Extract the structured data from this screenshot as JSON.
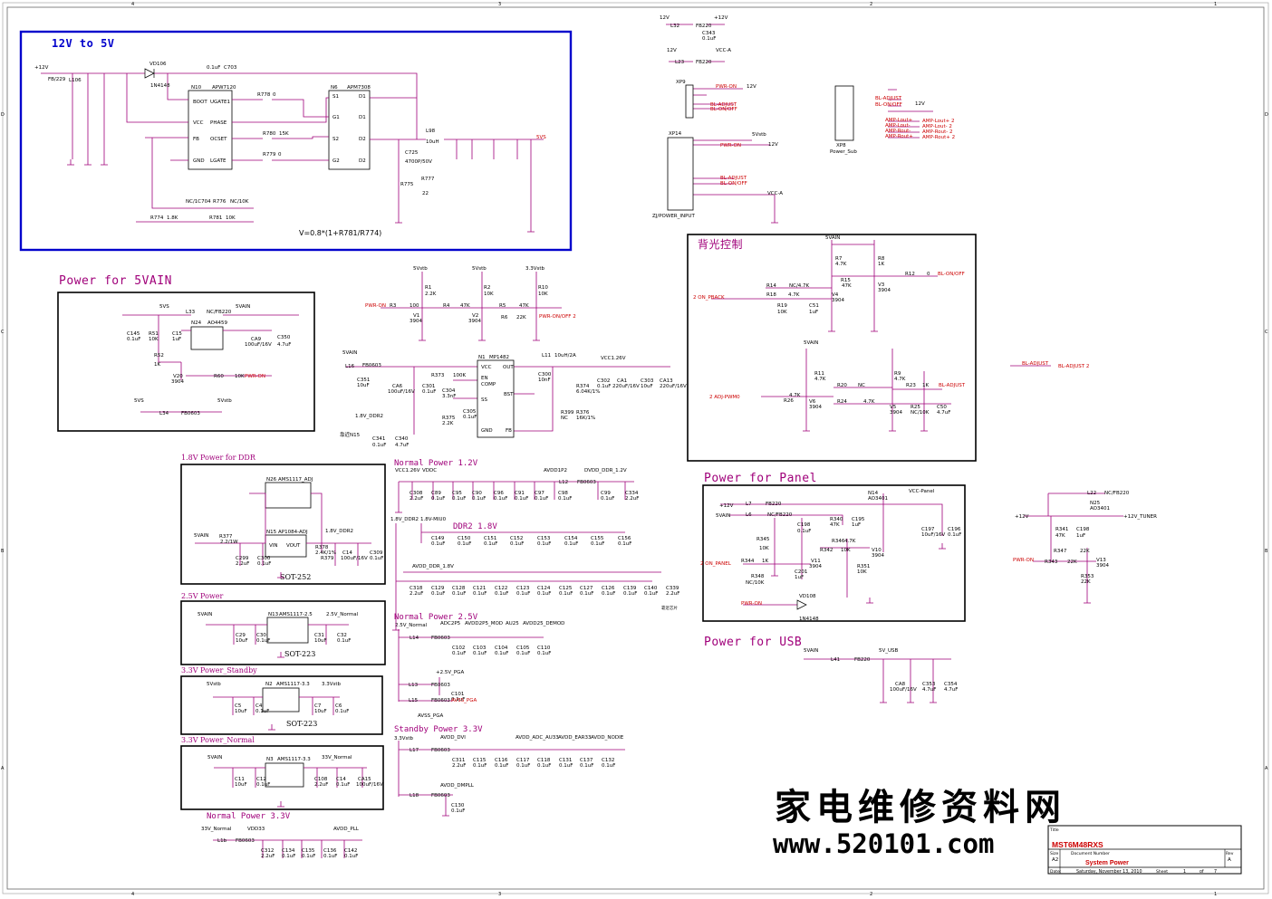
{
  "sheet": {
    "sections": {
      "v12to5": {
        "title": "12V to 5V",
        "formula": "V=0.8*(1+R781/R774)"
      },
      "p5vain": {
        "title": "Power for 5VAIN"
      },
      "backlight": {
        "title": "背光控制"
      },
      "panel": {
        "title": "Power for Panel"
      },
      "usb": {
        "title": "Power for USB"
      },
      "ddr18": {
        "title": "1.8V Power for DDR",
        "pkg": "SOT-252"
      },
      "p25": {
        "title": "2.5V Power",
        "pkg": "SOT-223"
      },
      "p33stb": {
        "title": "3.3V Power_Standby",
        "pkg": "SOT-223"
      },
      "p33norm": {
        "title": "3.3V Power_Normal"
      },
      "normal12": {
        "title": "Normal Power 1.2V"
      },
      "ddr2": {
        "title": "DDR2 1.8V"
      },
      "normal25": {
        "title": "Normal Power 2.5V"
      },
      "stb33": {
        "title": "Standby Power 3.3V"
      },
      "normal33": {
        "title": "Normal Power 3.3V"
      }
    },
    "chips": {
      "n10": {
        "ref": "N10",
        "part": "APW7120",
        "pins": [
          "BOOT",
          "UGATE1",
          "VCC",
          "PHASE",
          "FB",
          "OCSET",
          "GND",
          "LGATE"
        ]
      },
      "n6": {
        "ref": "N6",
        "part": "APM7308",
        "pins": [
          "S1",
          "D1",
          "G1",
          "D1",
          "S2",
          "D2",
          "G2",
          "D2"
        ]
      },
      "n24": {
        "ref": "N24",
        "part": "AO4459"
      },
      "n1": {
        "ref": "N1",
        "part": "MP1482",
        "pins": [
          "VCC",
          "OUT",
          "EN",
          "COMP",
          "SS",
          "BST",
          "GND",
          "FB"
        ]
      },
      "n26": {
        "ref": "N26",
        "part": "AMS1117_ADJ"
      },
      "n15": {
        "ref": "N15",
        "part": "AP1084-ADJ"
      },
      "n13": {
        "ref": "N13",
        "part": "AMS1117-2.5"
      },
      "n2": {
        "ref": "N2",
        "part": "AMS1117-3.3"
      },
      "n3": {
        "ref": "N3",
        "part": "AMS1117-3.3"
      },
      "n14": {
        "ref": "N14",
        "part": "AO3401"
      },
      "n25": {
        "ref": "N25",
        "part": "AO3401"
      }
    },
    "nets": {
      "p12v": "+12V",
      "p5vs": "5VS",
      "p5vain": "5VAIN",
      "p5vstb": "5Vstb",
      "p33vstb": "3.3Vstb",
      "vcca": "VCC-A",
      "p12v2": "12V",
      "pwron": "PWR-ON",
      "pwronoff": "PWR-ON/OFF",
      "bladj": "BL-ADJUST",
      "blonoff": "BL-ON/OFF",
      "onpback": "ON_PBACK",
      "adjpwm": "ADJ-PWM0",
      "vccpanel": "VCC-Panel",
      "tuner": "+12V_TUNER",
      "usb": "5V_USB",
      "vcc126": "VCC1.26V",
      "vddc": "VDDC",
      "avdd1p2": "AVDD1P2",
      "dvddddr": "DVDD_DDR_1.2V",
      "v18ddr2": "1.8V_DDR2",
      "v18miu0": "1.8V-MIU0",
      "avddddr": "AVDD_DDR_1.8V",
      "v25normal": "2.5V_Normal",
      "adc2p5": "ADC2P5",
      "avdd2p5mod": "AVDD2P5_MOD",
      "au25": "AU25",
      "avdd25demod": "AVDD25_DEMOD",
      "v25pga": "+2.5V_PGA",
      "avsspga": "AVSS_PGA",
      "avdddvi": "AVDD_DVI",
      "avddadc33": "AVDD_ADC_AU33",
      "avddear33": "AVDD_EAR33",
      "avddnodie": "AVDD_NODIE",
      "avdddmpll": "AVDD_DMPLL",
      "v33normal": "33V_Normal",
      "vdd33": "VDD33",
      "avddpll": "AVDD_PLL",
      "v18ddr2b": "1.8V_DDR2"
    },
    "connectors": {
      "xp9": {
        "ref": "XP9"
      },
      "xp14": {
        "ref": "XP14",
        "label": "ZJ/POWER_INPUT"
      },
      "xp8": {
        "ref": "XP8",
        "label": "Power_Sub",
        "signals": [
          "BL-ADJUST",
          "BL-ON/OFF",
          "AMP-Lout+",
          "AMP-Lout-",
          "AMP-Rout-",
          "AMP-Rout+"
        ],
        "remote": [
          "AMP-Lout+ 2",
          "AMP-Lout- 2",
          "AMP-Rout- 2",
          "AMP-Rout+ 2"
        ]
      }
    },
    "offpage": {
      "ref": "BL-ADJUST 2",
      "onpback": "2 ON_PBACK",
      "adjpwm": "2 ADJ-PWM0",
      "panel": "2 ON_PANEL",
      "pwron": "PWR-ON/OFF 2"
    },
    "notes": {
      "placement": "靠近芯片",
      "near": "靠近N15"
    },
    "titleblock": {
      "title_label": "Title",
      "title": "MST6M48RXS",
      "size_label": "Size",
      "size": "A2",
      "docnum_label": "Document Number",
      "docnum": "System Power",
      "rev_label": "Rev",
      "rev": "A",
      "date_label": "Date:",
      "date": "Saturday, November 13, 2010",
      "sheet_label": "Sheet",
      "sheet": "1",
      "of_label": "of",
      "total": "7"
    },
    "watermark": {
      "cn": "家电维修资料网",
      "url": "www.520101.com"
    }
  }
}
